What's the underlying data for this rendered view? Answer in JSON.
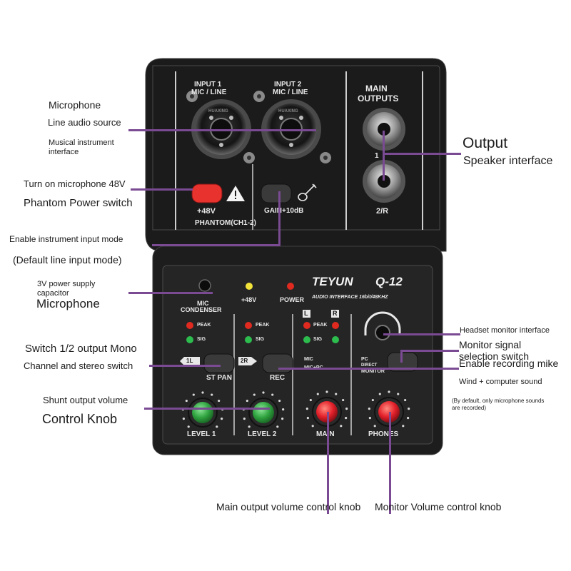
{
  "device": {
    "input1": "INPUT 1",
    "input2": "INPUT 2",
    "mic_line": "MIC / LINE",
    "xlr_brand": "HUAXING",
    "main_outputs_1": "MAIN",
    "main_outputs_2": "OUTPUTS",
    "out_1": "1",
    "out_2": "2/R",
    "plus48v": "+48V",
    "phantom": "PHANTOM(CH1-2)",
    "gain": "GAIN+10dB",
    "brand": "TEYUN",
    "model": "Q-12",
    "subtitle": "AUDIO INTERFACE  16bit/48KHZ",
    "mic_condenser_1": "MIC",
    "mic_condenser_2": "CONDENSER",
    "led_48v": "+48V",
    "led_power": "POWER",
    "peak": "PEAK",
    "sig": "SIG",
    "L": "L",
    "R": "R",
    "badge_1l": "1L",
    "badge_2r": "2R",
    "st_pan": "ST PAN",
    "rec": "REC",
    "rec_mic": "MIC",
    "rec_mic_pc": "MIC+PC",
    "mon_pc": "PC",
    "mon_direct": "DIRECT",
    "mon_monitor": "MONITOR",
    "level1": "LEVEL 1",
    "level2": "LEVEL 2",
    "main": "MAIN",
    "phones": "PHONES"
  },
  "callouts": {
    "microphone": "Microphone",
    "line_source": "Line audio source",
    "instrument_1": "Musical instrument",
    "instrument_2": "interface",
    "output": "Output",
    "speaker": "Speaker interface",
    "phantom_1": "Turn on microphone 48V",
    "phantom_2": "Phantom Power switch",
    "inst_mode": "Enable instrument input mode",
    "default_line": "(Default line input mode)",
    "v3_1": "3V power supply",
    "v3_2": "capacitor",
    "microphone_2": "Microphone",
    "headset": "Headset monitor interface",
    "mon_sel_1": "Monitor signal",
    "mon_sel_2": "selection switch",
    "enable_rec": "Enable recording mike",
    "wind": "Wind + computer sound",
    "default_note_1": "(By default, only microphone sounds",
    "default_note_2": "are recorded)",
    "switch_mono": "Switch 1/2 output Mono",
    "stereo_switch": "Channel and stereo switch",
    "shunt": "Shunt output volume",
    "control_knob": "Control Knob",
    "main_knob": "Main output volume control knob",
    "monitor_knob": "Monitor Volume control knob"
  },
  "colors": {
    "accent_line": "#7a4a93",
    "phantom_red": "#e8322d",
    "knob_green": "#39b54a",
    "knob_red": "#e3202a",
    "led_green": "#2dbd4e",
    "led_red": "#e02a1f",
    "led_yellow": "#f2e33a"
  }
}
